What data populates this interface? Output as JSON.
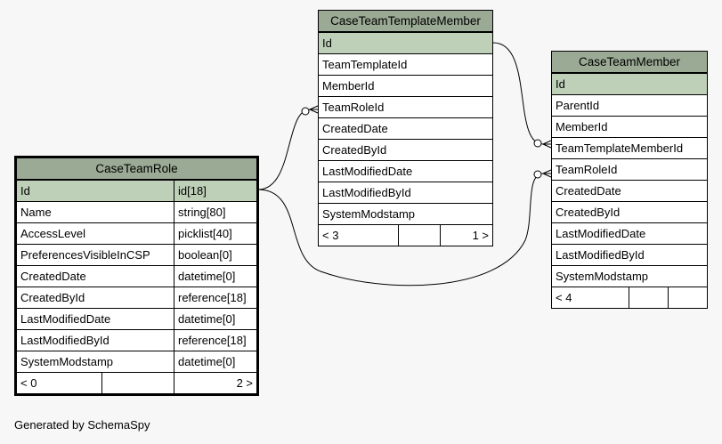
{
  "tables": {
    "caseTeamRole": {
      "name": "CaseTeamRole",
      "rows": [
        {
          "col": "Id",
          "type": "id[18]",
          "pk": true
        },
        {
          "col": "Name",
          "type": "string[80]"
        },
        {
          "col": "AccessLevel",
          "type": "picklist[40]"
        },
        {
          "col": "PreferencesVisibleInCSP",
          "type": "boolean[0]"
        },
        {
          "col": "CreatedDate",
          "type": "datetime[0]"
        },
        {
          "col": "CreatedById",
          "type": "reference[18]"
        },
        {
          "col": "LastModifiedDate",
          "type": "datetime[0]"
        },
        {
          "col": "LastModifiedById",
          "type": "reference[18]"
        },
        {
          "col": "SystemModstamp",
          "type": "datetime[0]"
        }
      ],
      "footer": {
        "left": "< 0",
        "right": "2 >"
      }
    },
    "caseTeamTemplateMember": {
      "name": "CaseTeamTemplateMember",
      "rows": [
        {
          "col": "Id",
          "pk": true
        },
        {
          "col": "TeamTemplateId"
        },
        {
          "col": "MemberId"
        },
        {
          "col": "TeamRoleId"
        },
        {
          "col": "CreatedDate"
        },
        {
          "col": "CreatedById"
        },
        {
          "col": "LastModifiedDate"
        },
        {
          "col": "LastModifiedById"
        },
        {
          "col": "SystemModstamp"
        }
      ],
      "footer": {
        "left": "< 3",
        "right": "1 >"
      }
    },
    "caseTeamMember": {
      "name": "CaseTeamMember",
      "rows": [
        {
          "col": "Id",
          "pk": true
        },
        {
          "col": "ParentId"
        },
        {
          "col": "MemberId"
        },
        {
          "col": "TeamTemplateMemberId"
        },
        {
          "col": "TeamRoleId"
        },
        {
          "col": "CreatedDate"
        },
        {
          "col": "CreatedById"
        },
        {
          "col": "LastModifiedDate"
        },
        {
          "col": "LastModifiedById"
        },
        {
          "col": "SystemModstamp"
        }
      ],
      "footer": {
        "left": "< 4",
        "right": ""
      }
    }
  },
  "relationships": [
    {
      "from": "CaseTeamRole.Id",
      "to": "CaseTeamTemplateMember.TeamRoleId"
    },
    {
      "from": "CaseTeamRole.Id",
      "to": "CaseTeamMember.TeamRoleId"
    },
    {
      "from": "CaseTeamTemplateMember.Id",
      "to": "CaseTeamMember.TeamTemplateMemberId"
    }
  ],
  "generated_by": "Generated by SchemaSpy"
}
